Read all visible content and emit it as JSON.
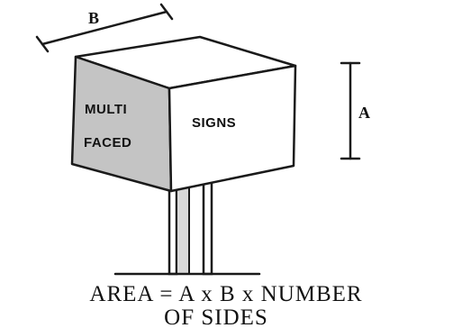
{
  "labels": {
    "width_dimension": "B",
    "height_dimension": "A",
    "side_face_line1": "MULTI",
    "side_face_line2": "FACED",
    "front_face": "SIGNS"
  },
  "formula": {
    "line1": "AREA = A x B x NUMBER",
    "line2": "OF SIDES"
  },
  "colors": {
    "ink": "#1a1a1a",
    "shaded_face": "#c4c4c4",
    "front_face": "#ffffff",
    "post_shade": "#d9d9d9"
  }
}
